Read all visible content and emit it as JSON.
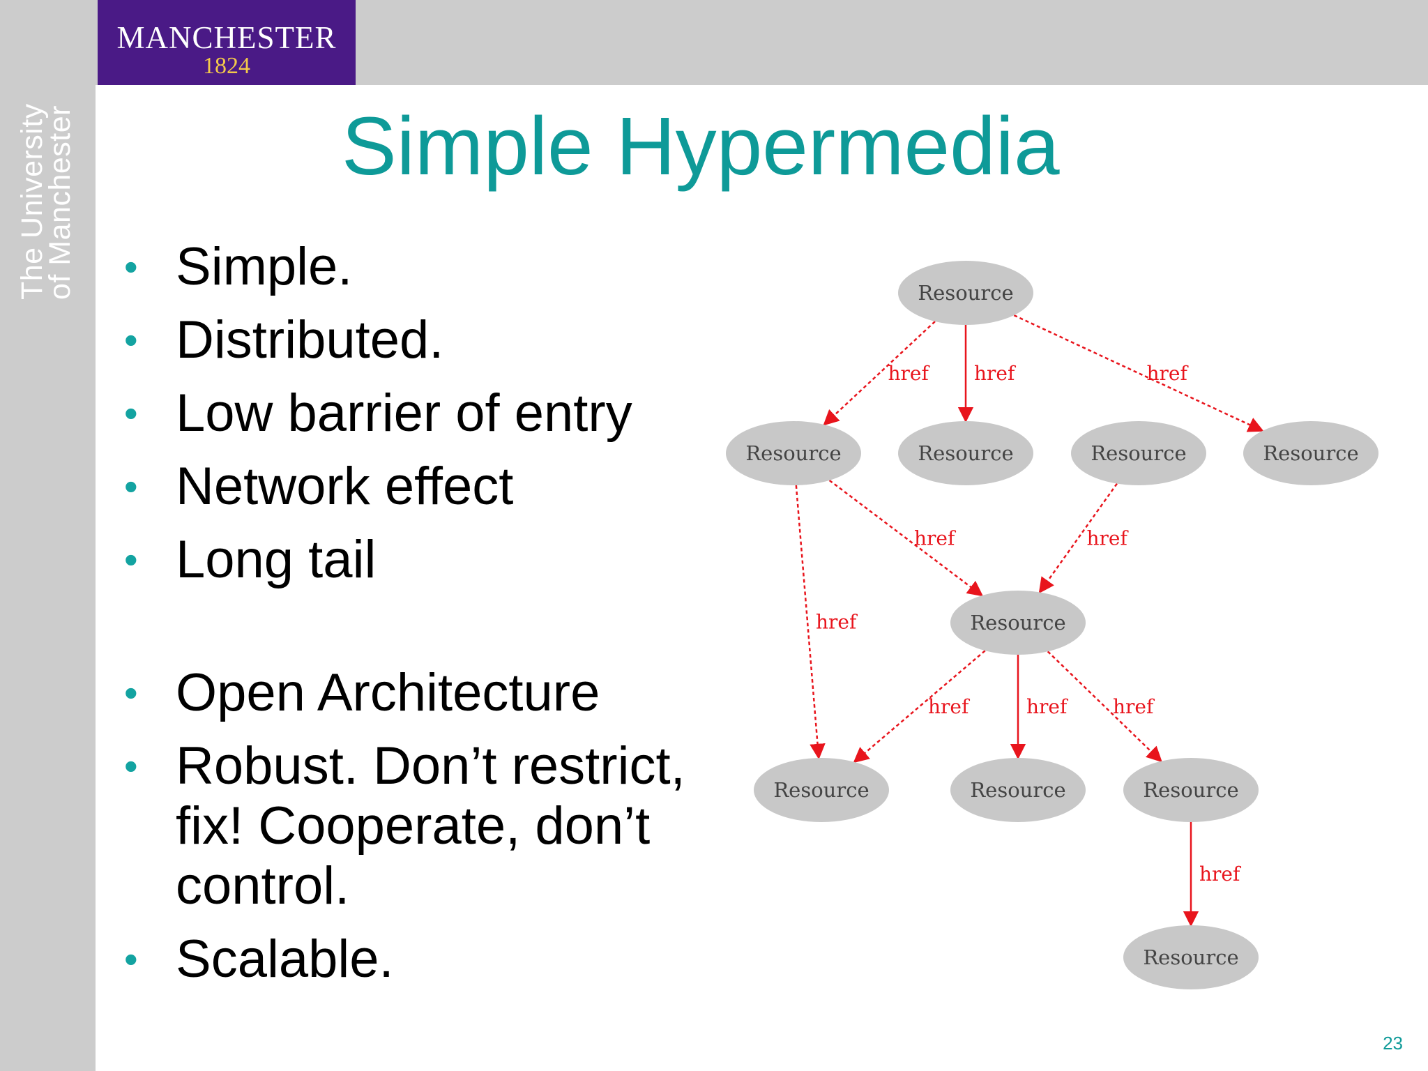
{
  "header": {
    "logo_name": "MANCHESTER",
    "logo_year": "1824",
    "university_line1": "The University",
    "university_line2": "of Manchester"
  },
  "slide": {
    "title": "Simple Hypermedia",
    "page_number": "23",
    "bullets": [
      "Simple.",
      "Distributed.",
      "Low barrier of entry",
      "Network effect",
      "Long tail",
      "Open Architecture",
      "Robust. Don’t restrict, fix! Cooperate, don’t control.",
      "Scalable."
    ]
  },
  "diagram": {
    "node_label": "Resource",
    "edge_label": "href",
    "colors": {
      "node": "#c8c8c8",
      "edge": "#e8141c",
      "text": "#444444"
    },
    "nodes": [
      {
        "id": "n0",
        "label": "Resource"
      },
      {
        "id": "n1",
        "label": "Resource"
      },
      {
        "id": "n2",
        "label": "Resource"
      },
      {
        "id": "n3",
        "label": "Resource"
      },
      {
        "id": "n4",
        "label": "Resource"
      },
      {
        "id": "n5",
        "label": "Resource"
      },
      {
        "id": "n6",
        "label": "Resource"
      },
      {
        "id": "n7",
        "label": "Resource"
      },
      {
        "id": "n8",
        "label": "Resource"
      },
      {
        "id": "n9",
        "label": "Resource"
      }
    ],
    "edges": [
      {
        "from": "n0",
        "to": "n1",
        "label": "href",
        "style": "dashed"
      },
      {
        "from": "n0",
        "to": "n2",
        "label": "href",
        "style": "solid"
      },
      {
        "from": "n0",
        "to": "n4",
        "label": "href",
        "style": "dashed"
      },
      {
        "from": "n1",
        "to": "n5",
        "label": "href",
        "style": "dashed"
      },
      {
        "from": "n3",
        "to": "n5",
        "label": "href",
        "style": "dashed"
      },
      {
        "from": "n1",
        "to": "n6",
        "label": "href",
        "style": "dashed"
      },
      {
        "from": "n5",
        "to": "n6",
        "label": "href",
        "style": "dashed"
      },
      {
        "from": "n5",
        "to": "n7",
        "label": "href",
        "style": "solid"
      },
      {
        "from": "n5",
        "to": "n8",
        "label": "href",
        "style": "dashed"
      },
      {
        "from": "n8",
        "to": "n9",
        "label": "href",
        "style": "solid"
      }
    ]
  }
}
